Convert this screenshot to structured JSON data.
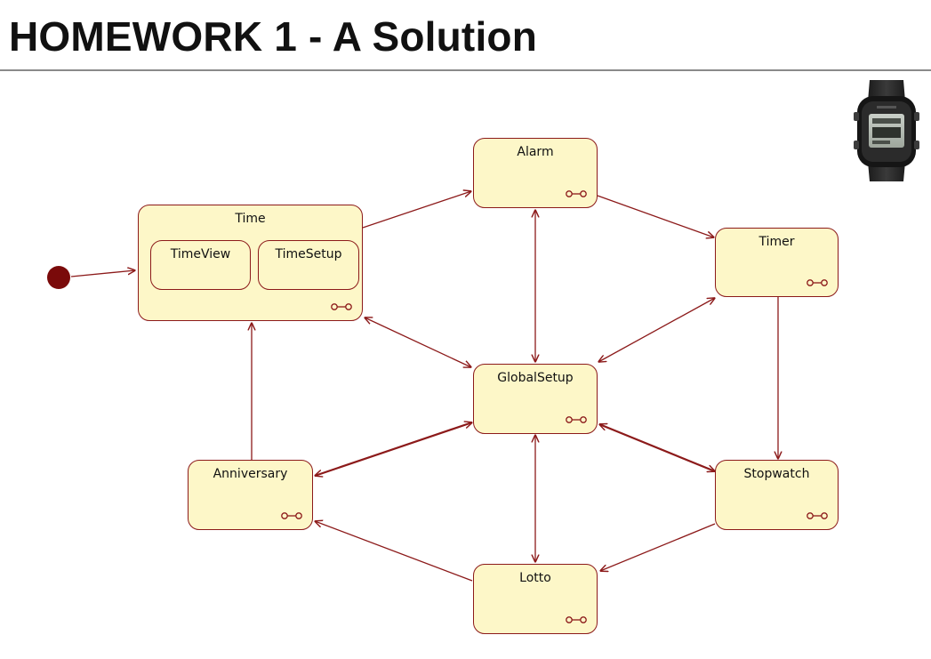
{
  "header": {
    "title": "HOMEWORK 1 - A Solution"
  },
  "colors": {
    "state_fill": "#fdf7c8",
    "state_border": "#8c1a1a",
    "arrow": "#8c1a1a",
    "initial_node": "#7a0a0a"
  },
  "diagram": {
    "states": {
      "time": "Time",
      "time_view": "TimeView",
      "time_setup": "TimeSetup",
      "alarm": "Alarm",
      "timer": "Timer",
      "global_setup": "GlobalSetup",
      "anniversary": "Anniversary",
      "stopwatch": "Stopwatch",
      "lotto": "Lotto"
    },
    "transitions": [
      {
        "from": "initial",
        "to": "Time",
        "bidirectional": false
      },
      {
        "from": "Time",
        "to": "Alarm",
        "bidirectional": false
      },
      {
        "from": "Alarm",
        "to": "Timer",
        "bidirectional": false
      },
      {
        "from": "Alarm",
        "to": "GlobalSetup",
        "bidirectional": true
      },
      {
        "from": "Time",
        "to": "GlobalSetup",
        "bidirectional": true
      },
      {
        "from": "Timer",
        "to": "GlobalSetup",
        "bidirectional": true
      },
      {
        "from": "Timer",
        "to": "Stopwatch",
        "bidirectional": false
      },
      {
        "from": "GlobalSetup",
        "to": "Anniversary",
        "bidirectional": true
      },
      {
        "from": "GlobalSetup",
        "to": "Stopwatch",
        "bidirectional": true
      },
      {
        "from": "GlobalSetup",
        "to": "Lotto",
        "bidirectional": true
      },
      {
        "from": "Anniversary",
        "to": "Time",
        "bidirectional": false
      },
      {
        "from": "Lotto",
        "to": "Anniversary",
        "bidirectional": false
      },
      {
        "from": "Stopwatch",
        "to": "Lotto",
        "bidirectional": false
      }
    ]
  },
  "images": {
    "watch": "digital-wristwatch-photo"
  }
}
